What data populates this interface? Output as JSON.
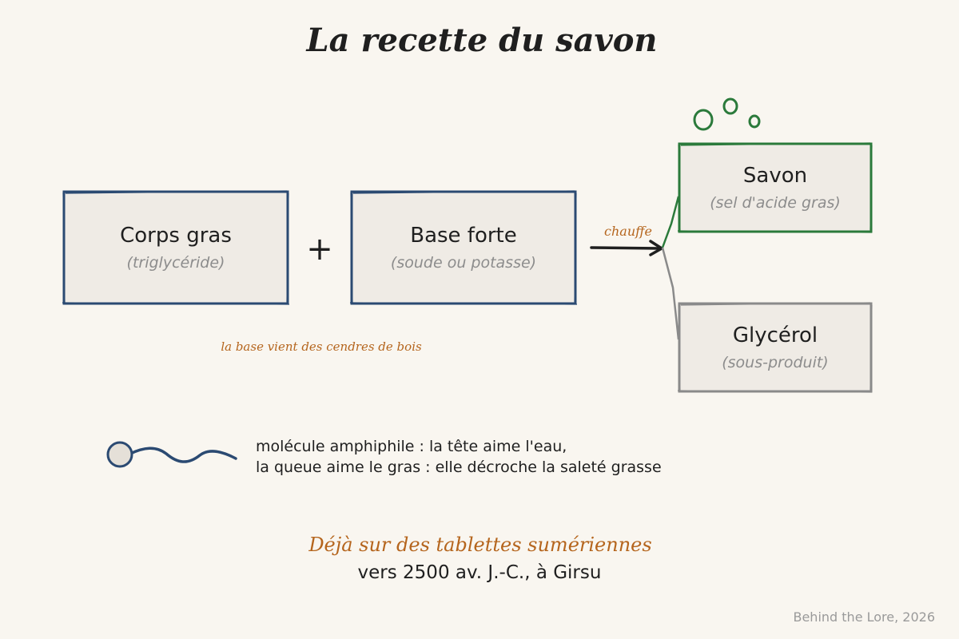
{
  "title": "La recette du savon",
  "colors": {
    "background": "#f9f6f0",
    "box_fill": "#efebe5",
    "ink": "#1f1f1f",
    "navy": "#2b4a72",
    "green": "#2b7a3b",
    "gray": "#8a8a8a",
    "orange": "#b5651d",
    "subtext": "#8c8c8c"
  },
  "inputs": [
    {
      "label": "Corps gras",
      "sublabel": "(triglycéride)"
    },
    {
      "label": "Base forte",
      "sublabel": "(soude ou potasse)"
    }
  ],
  "plus_sign": "+",
  "arrow_label": "chauffe",
  "outputs": [
    {
      "label": "Savon",
      "sublabel": "(sel d'acide gras)"
    },
    {
      "label": "Glycérol",
      "sublabel": "(sous-produit)"
    }
  ],
  "base_note": "la base vient des cendres de bois",
  "molecule_caption": [
    "molécule amphiphile : la tête aime l'eau,",
    "la queue aime le gras : elle décroche la saleté grasse"
  ],
  "history": {
    "headline": "Déjà sur des tablettes sumériennes",
    "detail": "vers 2500 av. J.-C., à Girsu"
  },
  "credit": "Behind the Lore, 2026"
}
